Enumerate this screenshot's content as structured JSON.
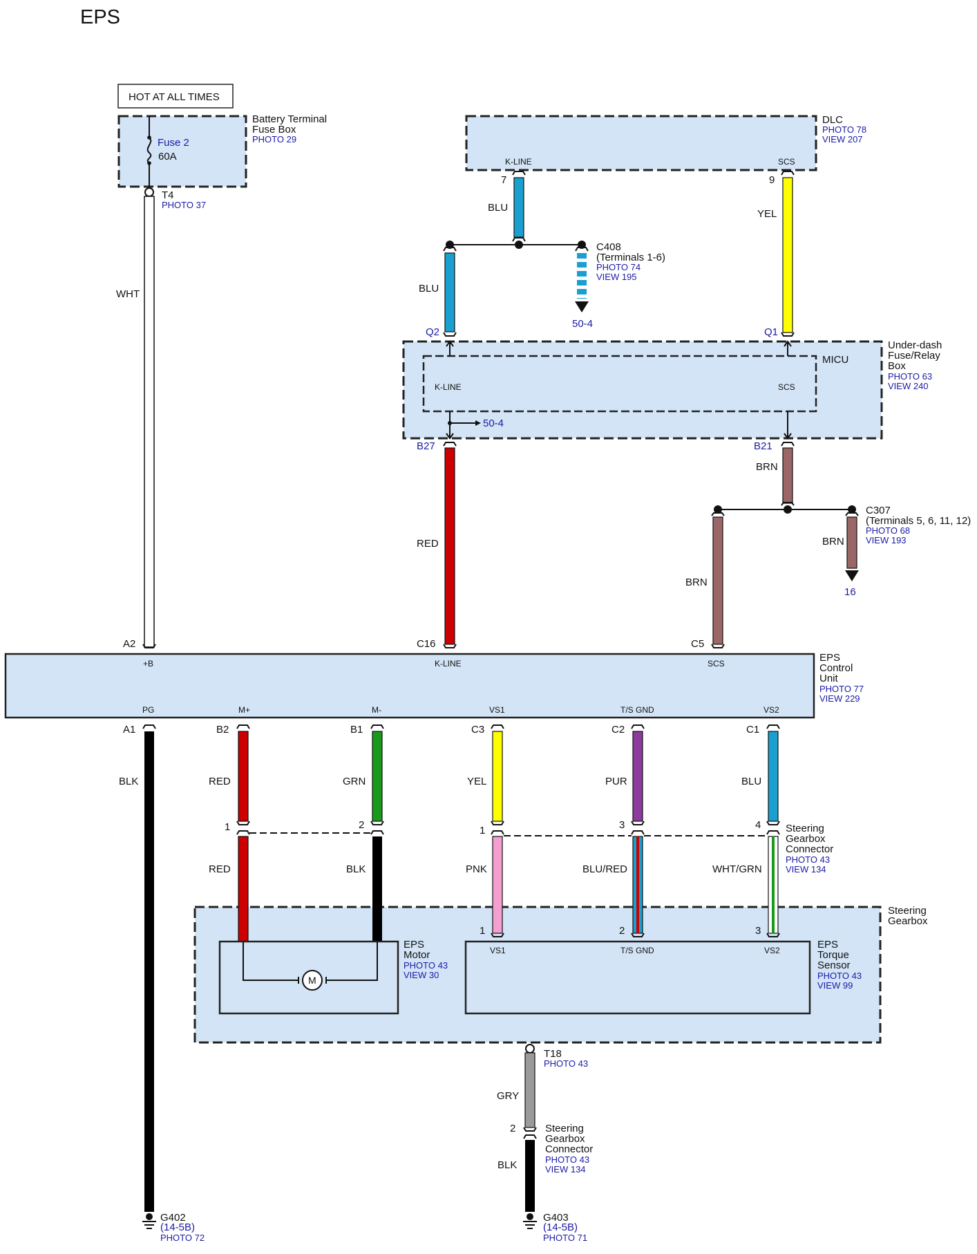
{
  "title": "EPS",
  "power": {
    "label": "HOT AT ALL TIMES"
  },
  "battery_fuse_box": {
    "name_line1": "Battery Terminal",
    "name_line2": "Fuse Box",
    "photo": "PHOTO 29",
    "fuse_name": "Fuse 2",
    "fuse_rating": "60A",
    "terminal": "T4",
    "terminal_photo": "PHOTO 37"
  },
  "dlc": {
    "name": "DLC",
    "photo": "PHOTO 78",
    "view": "VIEW 207",
    "pin_kline_label": "K-LINE",
    "pin_scs_label": "SCS",
    "pin_kline_num": "7",
    "pin_scs_num": "9"
  },
  "c408": {
    "name": "C408",
    "terminals": "(Terminals 1-6)",
    "photo": "PHOTO 74",
    "view": "VIEW 195",
    "ref": "50-4"
  },
  "underdash_box": {
    "name_line1": "Under-dash",
    "name_line2": "Fuse/Relay",
    "name_line3": "Box",
    "photo": "PHOTO 63",
    "view": "VIEW 240",
    "micu": "MICU",
    "kline": "K-LINE",
    "scs": "SCS",
    "pin_q2": "Q2",
    "pin_q1": "Q1",
    "pin_b27": "B27",
    "pin_b21": "B21",
    "ref": "50-4"
  },
  "c307": {
    "name": "C307",
    "terminals": "(Terminals 5, 6, 11, 12)",
    "photo": "PHOTO 68",
    "view": "VIEW 193",
    "ref": "16"
  },
  "eps_unit": {
    "name_line1": "EPS",
    "name_line2": "Control",
    "name_line3": "Unit",
    "photo": "PHOTO 77",
    "view": "VIEW 229",
    "top_pins": [
      {
        "num": "A2",
        "label": "+B"
      },
      {
        "num": "C16",
        "label": "K-LINE"
      },
      {
        "num": "C5",
        "label": "SCS"
      }
    ],
    "bottom_pins": [
      {
        "num": "A1",
        "label": "PG"
      },
      {
        "num": "B2",
        "label": "M+"
      },
      {
        "num": "B1",
        "label": "M-"
      },
      {
        "num": "C3",
        "label": "VS1"
      },
      {
        "num": "C2",
        "label": "T/S GND"
      },
      {
        "num": "C1",
        "label": "VS2"
      }
    ]
  },
  "wire_colors": {
    "wht": "WHT",
    "blu_dlc": "BLU",
    "blu_q2": "BLU",
    "yel_dlc": "YEL",
    "red_kline": "RED",
    "brn_b21": "BRN",
    "brn_c5": "BRN",
    "brn_16": "BRN",
    "blk_pg": "BLK",
    "red_mplus": "RED",
    "grn_mminus": "GRN",
    "yel_vs1": "YEL",
    "pur_tsgnd": "PUR",
    "blu_vs2": "BLU",
    "red_motor": "RED",
    "blk_motor": "BLK",
    "pnk": "PNK",
    "blu_red": "BLU/RED",
    "wht_grn": "WHT/GRN",
    "gry": "GRY",
    "blk_g403": "BLK"
  },
  "gearbox_connector": {
    "name_line1": "Steering",
    "name_line2": "Gearbox",
    "name_line3": "Connector",
    "photo": "PHOTO 43",
    "view": "VIEW 134",
    "pins": [
      "1",
      "2",
      "1",
      "3",
      "4"
    ]
  },
  "steering_gearbox": {
    "name_line1": "Steering",
    "name_line2": "Gearbox",
    "motor_line1": "EPS",
    "motor_line2": "Motor",
    "motor_photo": "PHOTO 43",
    "motor_view": "VIEW 30",
    "motor_symbol": "M",
    "sensor_line1": "EPS",
    "sensor_line2": "Torque",
    "sensor_line3": "Sensor",
    "sensor_photo": "PHOTO 43",
    "sensor_view": "VIEW 99",
    "sensor_pins": [
      {
        "num": "1",
        "label": "VS1"
      },
      {
        "num": "2",
        "label": "T/S GND"
      },
      {
        "num": "3",
        "label": "VS2"
      }
    ],
    "t18": "T18",
    "t18_photo": "PHOTO 43"
  },
  "lower_connector": {
    "pin": "2",
    "name_line1": "Steering",
    "name_line2": "Gearbox",
    "name_line3": "Connector",
    "photo": "PHOTO 43",
    "view": "VIEW 134"
  },
  "grounds": [
    {
      "name": "G402",
      "ref": "(14-5B)",
      "photo": "PHOTO 72"
    },
    {
      "name": "G403",
      "ref": "(14-5B)",
      "photo": "PHOTO 71"
    }
  ],
  "colors": {
    "wht": "#ffffff",
    "blu": "#1aa0d0",
    "yel": "#ffff00",
    "red": "#cc0000",
    "brn": "#9b6666",
    "blk": "#000000",
    "grn": "#1a9a1a",
    "pur": "#8e3b9e",
    "pnk": "#f59fd0",
    "gry": "#9a9a9a",
    "box_fill": "#d3e4f6",
    "ref_text": "#1a1aa6"
  }
}
